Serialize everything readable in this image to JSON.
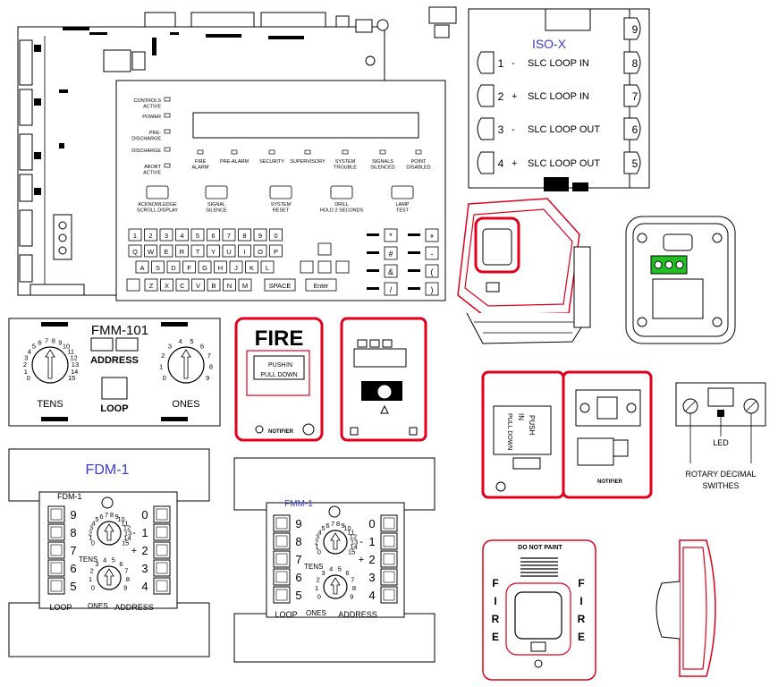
{
  "colors": {
    "line": "#000000",
    "red": "#e0001b",
    "blue": "#3b3bd0",
    "green": "#22c022"
  },
  "panel": {
    "status": [
      {
        "id": "controls",
        "lines": [
          "CONTROLS",
          "ACTIVE"
        ]
      },
      {
        "id": "power",
        "lines": [
          "POWER"
        ]
      },
      {
        "id": "pre-discharge",
        "lines": [
          "PRE-",
          "DISCHARGE"
        ]
      },
      {
        "id": "discharge",
        "lines": [
          "DISCHARGE"
        ]
      },
      {
        "id": "abort",
        "lines": [
          "ABORT",
          "ACTIVE"
        ]
      }
    ],
    "indicators": [
      {
        "id": "fire-alarm",
        "lines": [
          "FIRE",
          "ALARM"
        ]
      },
      {
        "id": "pre-alarm",
        "lines": [
          "PRE-ALARM"
        ]
      },
      {
        "id": "security",
        "lines": [
          "SECURITY"
        ]
      },
      {
        "id": "supervisory",
        "lines": [
          "SUPERVISORY"
        ]
      },
      {
        "id": "system-trouble",
        "lines": [
          "SYSTEM",
          "TROUBLE"
        ]
      },
      {
        "id": "signals-silenced",
        "lines": [
          "SIGNALS",
          "SILENCED"
        ]
      },
      {
        "id": "point-disabled",
        "lines": [
          "POINT",
          "DISABLED"
        ]
      }
    ],
    "buttons": [
      {
        "id": "acknowledge",
        "lines": [
          "ACKNOWLEDGE",
          "SCROLL DISPLAY"
        ]
      },
      {
        "id": "signal-silence",
        "lines": [
          "SIGNAL",
          "SILENCE"
        ]
      },
      {
        "id": "system-reset",
        "lines": [
          "SYSTEM",
          "RESET"
        ]
      },
      {
        "id": "drill",
        "lines": [
          "DRILL",
          "HOLD 2 SECONDS"
        ]
      },
      {
        "id": "lamp-test",
        "lines": [
          "LAMP",
          "TEST"
        ]
      }
    ],
    "keys_row1": [
      "1",
      "2",
      "3",
      "4",
      "5",
      "6",
      "7",
      "8",
      "9",
      "0"
    ],
    "keys_row2": [
      "Q",
      "W",
      "E",
      "R",
      "T",
      "Y",
      "U",
      "I",
      "O",
      "P"
    ],
    "keys_row3": [
      "A",
      "S",
      "D",
      "F",
      "G",
      "H",
      "J",
      "K",
      "L"
    ],
    "keys_row4": [
      "Z",
      "X",
      "C",
      "V",
      "B",
      "N",
      "M"
    ],
    "space_key": "SPACE",
    "enter_key": "Enter",
    "symbol_keys": [
      "*",
      "+",
      "#",
      "-",
      "&",
      "(",
      "/",
      ")"
    ]
  },
  "iso": {
    "title": "ISO-X",
    "left_nums": [
      "1",
      "2",
      "3",
      "4"
    ],
    "right_nums": [
      "9",
      "8",
      "7",
      "6",
      "5"
    ],
    "signs": [
      "-",
      "+",
      "-",
      "+"
    ],
    "labels": [
      "SLC LOOP IN",
      "SLC LOOP IN",
      "SLC LOOP OUT",
      "SLC LOOP OUT"
    ]
  },
  "fmm101": {
    "title": "FMM-101",
    "address": "ADDRESS",
    "loop": "LOOP",
    "tens": "TENS",
    "ones": "ONES",
    "tens_dial": [
      "0",
      "1",
      "2",
      "3",
      "4",
      "5",
      "6",
      "7",
      "8",
      "9",
      "10",
      "11",
      "12",
      "13",
      "14",
      "15"
    ],
    "ones_dial": [
      "0",
      "1",
      "2",
      "3",
      "4",
      "5",
      "6",
      "7",
      "8",
      "9"
    ]
  },
  "pull_station": {
    "title": "FIRE",
    "push": "PUSH",
    "in": "IN",
    "pull_down": "PULL DOWN",
    "brand": "NOTIFIER"
  },
  "pull_open": {
    "push": "PUSH",
    "in": "IN",
    "pull_down": "PULL DOWN",
    "brand": "NOTIFIER"
  },
  "rotary_panel": {
    "led": "LED",
    "caption_line1": "ROTARY DECIMAL",
    "caption_line2": "SWITHES"
  },
  "fdm1": {
    "title": "FDM-1",
    "small_title": "FDM-1",
    "left_nums": [
      "9",
      "8",
      "7",
      "6",
      "5"
    ],
    "right_nums": [
      "0",
      "1",
      "2",
      "3",
      "4"
    ],
    "right_signs": [
      "",
      "-",
      "+",
      "",
      ""
    ],
    "tens": "TENS",
    "ones": "ONES",
    "loop": "LOOP",
    "address": "ADDRESS"
  },
  "fmm1": {
    "title": "FMM-1",
    "left_nums": [
      "9",
      "8",
      "7",
      "6",
      "5"
    ],
    "right_nums": [
      "0",
      "1",
      "2",
      "3",
      "4"
    ],
    "right_signs": [
      "",
      "-",
      "+",
      "",
      ""
    ],
    "tens": "TENS",
    "ones": "ONES",
    "loop": "LOOP",
    "address": "ADDRESS"
  },
  "strobe": {
    "do_not_paint": "DO NOT PAINT",
    "left": [
      "F",
      "I",
      "R",
      "E"
    ],
    "right": [
      "F",
      "I",
      "R",
      "E"
    ]
  }
}
